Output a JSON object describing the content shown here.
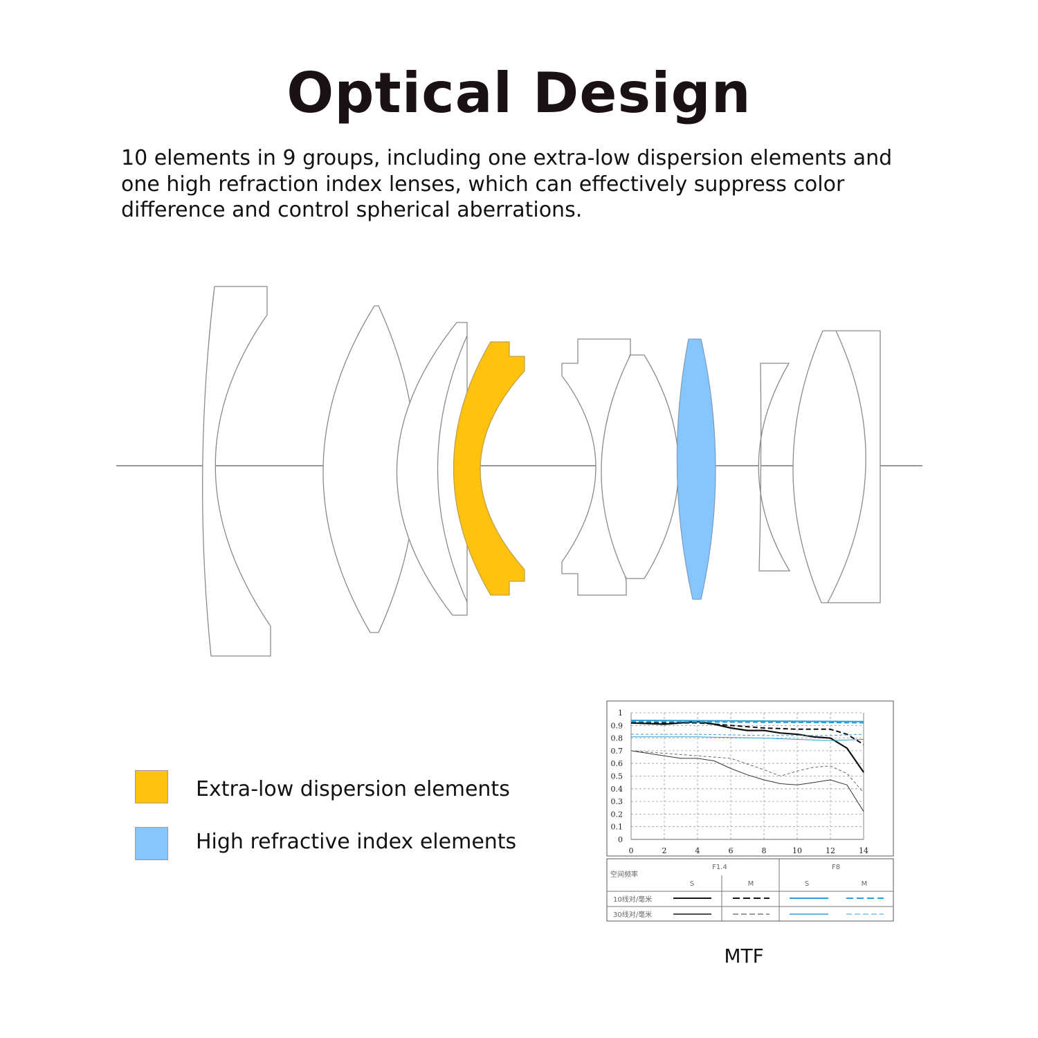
{
  "title": "Optical Design",
  "description": [
    "10 elements in 9 groups, including one extra-low dispersion elements and",
    "one high refraction index lenses, which can effectively suppress color",
    "difference and control spherical aberrations."
  ],
  "legend": [
    {
      "label": "Extra-low dispersion elements",
      "color": "#FFC20E"
    },
    {
      "label": "High refractive index elements",
      "color": "#86C6FF"
    }
  ],
  "mtf_caption": "MTF",
  "chart_data": {
    "type": "line",
    "title": "",
    "xlabel": "",
    "ylabel": "",
    "xlim": [
      0,
      14
    ],
    "ylim": [
      0,
      1
    ],
    "x_ticks": [
      "0",
      "2",
      "4",
      "6",
      "8",
      "10",
      "12",
      "14"
    ],
    "y_ticks": [
      "0",
      "0.1",
      "0.2",
      "0.3",
      "0.4",
      "0.5",
      "0.6",
      "0.7",
      "0.8",
      "0.9",
      "1"
    ],
    "grid": true,
    "series": [
      {
        "style": "solid-black-thick",
        "color": "#111111",
        "x": [
          0,
          2,
          4,
          5,
          6,
          7,
          8,
          9,
          10,
          11,
          12,
          13,
          14
        ],
        "y": [
          0.92,
          0.91,
          0.93,
          0.91,
          0.88,
          0.86,
          0.86,
          0.84,
          0.83,
          0.81,
          0.8,
          0.72,
          0.53
        ]
      },
      {
        "style": "dashed-black-thick",
        "color": "#111111",
        "x": [
          0,
          2,
          4,
          6,
          8,
          10,
          12,
          13,
          14
        ],
        "y": [
          0.92,
          0.92,
          0.92,
          0.9,
          0.88,
          0.87,
          0.87,
          0.83,
          0.75
        ]
      },
      {
        "style": "solid-black-thin",
        "color": "#333333",
        "x": [
          0,
          2,
          3,
          4,
          5,
          6,
          7,
          8,
          9,
          10,
          11,
          12,
          13,
          14
        ],
        "y": [
          0.7,
          0.66,
          0.64,
          0.64,
          0.62,
          0.56,
          0.51,
          0.47,
          0.44,
          0.43,
          0.45,
          0.47,
          0.43,
          0.22
        ]
      },
      {
        "style": "dashed-black-thin",
        "color": "#555555",
        "x": [
          0,
          2,
          4,
          6,
          8,
          9,
          10,
          11,
          12,
          13,
          14
        ],
        "y": [
          0.7,
          0.68,
          0.66,
          0.64,
          0.55,
          0.5,
          0.54,
          0.57,
          0.58,
          0.52,
          0.37
        ]
      },
      {
        "style": "solid-blue-thick",
        "color": "#2a9fd6",
        "x": [
          0,
          14
        ],
        "y": [
          0.94,
          0.93
        ]
      },
      {
        "style": "dashed-blue-thick",
        "color": "#2a9fd6",
        "x": [
          0,
          14
        ],
        "y": [
          0.93,
          0.92
        ]
      },
      {
        "style": "solid-blue-thin",
        "color": "#2a9fd6",
        "x": [
          0,
          4,
          8,
          12,
          14
        ],
        "y": [
          0.81,
          0.81,
          0.8,
          0.78,
          0.79
        ]
      },
      {
        "style": "dashed-blue-thin",
        "color": "#2a9fd6",
        "x": [
          0,
          4,
          8,
          12,
          14
        ],
        "y": [
          0.83,
          0.83,
          0.82,
          0.82,
          0.83
        ]
      }
    ]
  },
  "mtf_table": {
    "corner": "空间频率",
    "groups": [
      "F1.4",
      "F8"
    ],
    "subcols": [
      "S",
      "M",
      "S",
      "M"
    ],
    "rows": [
      "10线对/毫米",
      "30线对/毫米"
    ]
  }
}
